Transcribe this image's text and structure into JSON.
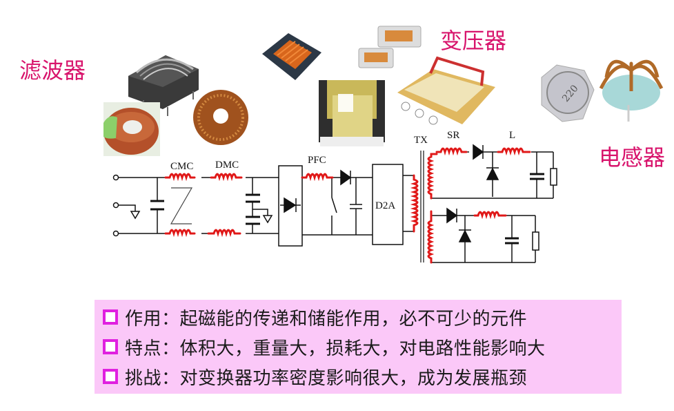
{
  "labels": {
    "filter": "滤波器",
    "transformer": "变压器",
    "inductor": "电感器"
  },
  "circuit": {
    "cmc": "CMC",
    "dmc": "DMC",
    "pfc": "PFC",
    "d2a": "D2A",
    "tx": "TX",
    "sr": "SR",
    "l": "L"
  },
  "photos": {
    "inductor_marking": "220"
  },
  "bullets": [
    {
      "text": "作用：起磁能的传递和储能作用，必不可少的元件"
    },
    {
      "text": "特点：体积大，重量大，损耗大，对电路性能影响大"
    },
    {
      "text": "挑战：对变换器功率密度影响很大，成为发展瓶颈"
    }
  ],
  "colors": {
    "label": "#d8146c",
    "inductor_wire": "#e01818",
    "bullet_bg": "#fbc8f8",
    "bullet_marker": "#e020e0"
  }
}
